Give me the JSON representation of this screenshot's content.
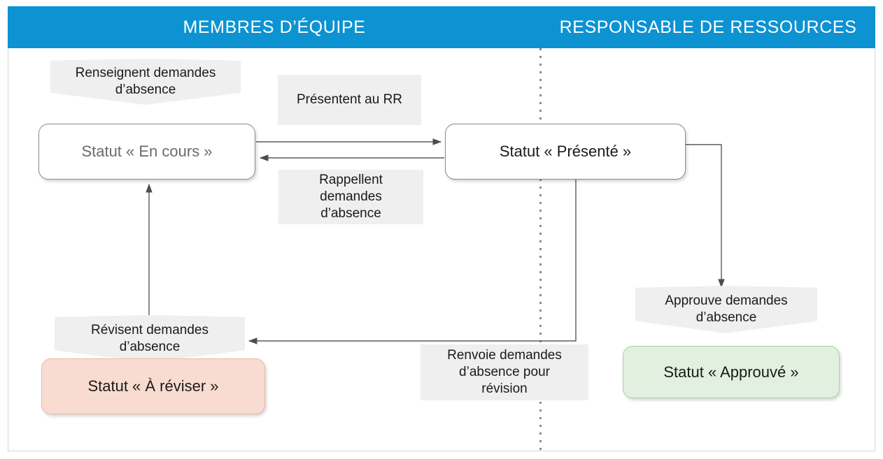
{
  "diagram": {
    "title_bar": {
      "left_lane": "MEMBRES D’ÉQUIPE",
      "right_lane": "RESPONSABLE  DE  RESSOURCES",
      "background_color": "#0d92d2",
      "text_color": "#ffffff"
    },
    "divider": {
      "style": "dotted",
      "color": "#8c8c8c"
    },
    "nodes": [
      {
        "id": "status-en-cours",
        "label": "Statut « En cours »",
        "kind": "status",
        "fill": "#ffffff",
        "border": "#8a8a8a",
        "text_color": "#6b6b6b",
        "lane": "MEMBRES D’ÉQUIPE"
      },
      {
        "id": "status-presente",
        "label": "Statut « Présenté »",
        "kind": "status",
        "fill": "#ffffff",
        "border": "#8a8a8a",
        "text_color": "#1a1a1a",
        "lane": "RESPONSABLE DE RESSOURCES"
      },
      {
        "id": "status-a-reviser",
        "label": "Statut « À réviser »",
        "kind": "status",
        "fill": "#f9dcd1",
        "border": "#e9b9a8",
        "text_color": "#1a1a1a",
        "lane": "MEMBRES D’ÉQUIPE"
      },
      {
        "id": "status-approuve",
        "label": "Statut « Approuvé »",
        "kind": "status",
        "fill": "#e2f0e0",
        "border": "#a9d3a3",
        "text_color": "#1a1a1a",
        "lane": "RESPONSABLE DE RESSOURCES"
      }
    ],
    "annotations": [
      {
        "id": "note-renseignent",
        "text": "Renseignent demandes d’absence",
        "line1": "Renseignent demandes",
        "line2": "d’absence",
        "shape": "banner",
        "fill": "#efefef"
      },
      {
        "id": "note-presentent",
        "text": "Présentent au RR",
        "line1": "Présentent au RR",
        "shape": "rectangle",
        "fill": "#efefef"
      },
      {
        "id": "note-rappellent",
        "text": "Rappellent demandes d’absence",
        "line1": "Rappellent",
        "line2": "demandes",
        "line3": "d’absence",
        "shape": "rectangle",
        "fill": "#efefef"
      },
      {
        "id": "note-revisent",
        "text": "Révisent demandes d’absence",
        "line1": "Révisent demandes",
        "line2": "d’absence",
        "shape": "banner",
        "fill": "#efefef"
      },
      {
        "id": "note-renvoie",
        "text": "Renvoie demandes d’absence pour révision",
        "line1": "Renvoie demandes",
        "line2": "d’absence pour",
        "line3": "révision",
        "shape": "rectangle",
        "fill": "#efefef"
      },
      {
        "id": "note-approuve",
        "text": "Approuve demandes d’absence",
        "line1": "Approuve demandes",
        "line2": "d’absence",
        "shape": "banner",
        "fill": "#efefef"
      }
    ],
    "connectors": [
      {
        "id": "arrow-en-cours-to-presente",
        "from": "status-en-cours",
        "to": "status-presente",
        "label": "Présentent au RR",
        "direction": "right"
      },
      {
        "id": "arrow-presente-to-en-cours",
        "from": "status-presente",
        "to": "status-en-cours",
        "label": "Rappellent demandes d’absence",
        "direction": "left"
      },
      {
        "id": "arrow-presente-to-a-reviser",
        "from": "status-presente",
        "to": "status-a-reviser",
        "label": "Renvoie demandes d’absence pour révision",
        "direction": "left"
      },
      {
        "id": "arrow-a-reviser-to-en-cours",
        "from": "status-a-reviser",
        "to": "status-en-cours",
        "label": "Révisent demandes d’absence",
        "direction": "up"
      },
      {
        "id": "arrow-presente-to-approuve",
        "from": "status-presente",
        "to": "status-approuve",
        "label": "Approuve demandes d’absence",
        "direction": "down"
      }
    ]
  }
}
